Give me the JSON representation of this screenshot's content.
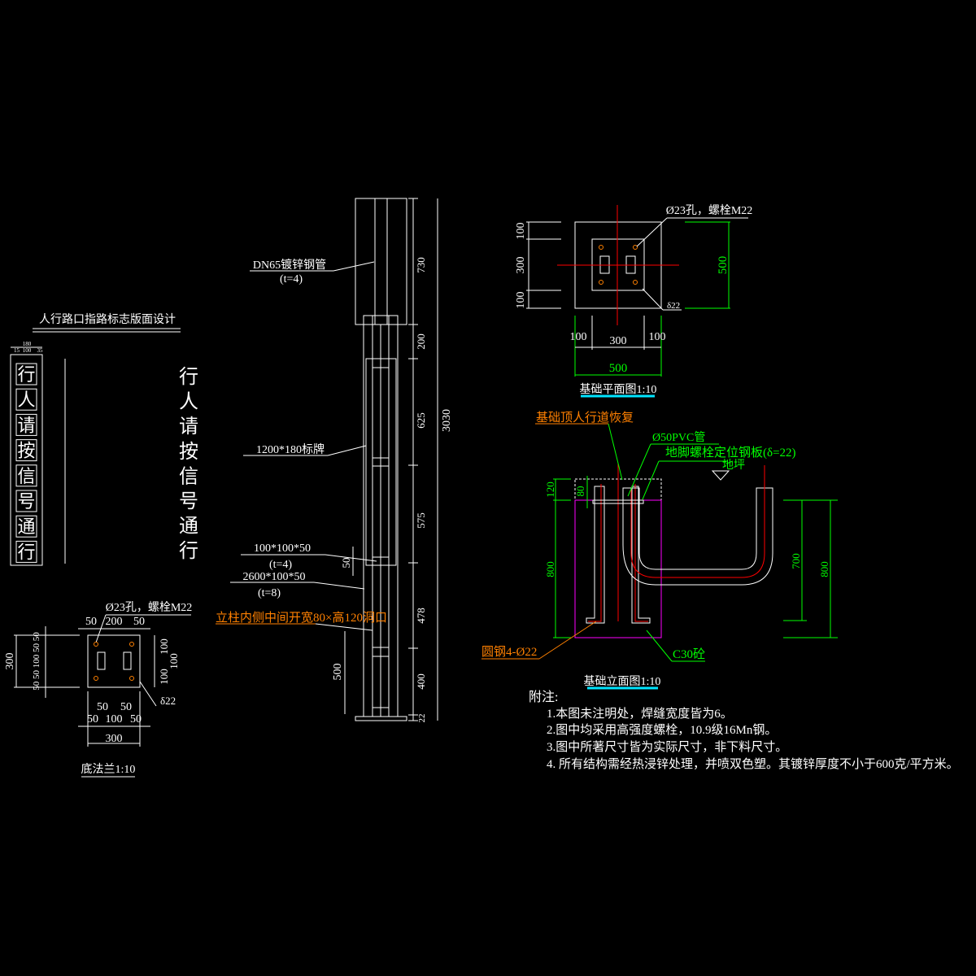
{
  "colors": {
    "background": "#000000",
    "line": "#ffffff",
    "centerline": "#ff0000",
    "dimension_green": "#00ff00",
    "annotation_orange": "#ff8000",
    "concrete": "#ff00ff",
    "title_underline": "#00e5ff"
  },
  "sign_layout": {
    "title": "人行路口指路标志版面设计",
    "top_dims": [
      "180",
      "15",
      "100",
      "35"
    ],
    "boxed_chars": [
      "行",
      "人",
      "请",
      "按",
      "信",
      "号",
      "通",
      "行"
    ],
    "vertical_text": [
      "行",
      "人",
      "请",
      "按",
      "信",
      "号",
      "通",
      "行"
    ]
  },
  "base_flange": {
    "hole_label": "Ø23孔，螺栓M22",
    "top_dims": [
      "50",
      "200",
      "50"
    ],
    "left_total": "300",
    "left_dims": "50 50 100 50 50",
    "right_dims": [
      "100",
      "100",
      "100"
    ],
    "bottom_dims_1": [
      "50",
      "50"
    ],
    "bottom_dims_2": [
      "50",
      "100",
      "50"
    ],
    "bottom_total": "300",
    "thickness": "δ22",
    "title": "底法兰1:10"
  },
  "pole_elevation": {
    "pipe_label": "DN65镀锌钢管",
    "pipe_t": "(t=4)",
    "sign_label": "1200*180标牌",
    "tube_label": "100*100*50",
    "tube_t": "(t=4)",
    "post_label": "2600*100*50",
    "post_t": "(t=8)",
    "opening_note": "立柱内侧中间开宽80×高120洞口",
    "dim_50": "50",
    "dim_500": "500",
    "segment_dims": [
      "730",
      "200",
      "625",
      "575",
      "478",
      "400",
      "22"
    ],
    "total": "3030"
  },
  "foundation_plan": {
    "hole_label": "Ø23孔，螺栓M22",
    "thickness": "δ22",
    "left_dims": [
      "100",
      "300",
      "100"
    ],
    "right_total": "500",
    "bottom_dims": [
      "100",
      "300",
      "100"
    ],
    "bottom_total": "500",
    "title": "基础平面图1:10"
  },
  "foundation_elevation": {
    "restore_label": "基础顶人行道恢复",
    "pvc_label": "Ø50PVC管",
    "plate_label": "地脚螺栓定位钢板(δ=22)",
    "ground_label": "地坪",
    "rebar_label": "圆钢4-Ø22",
    "concrete_label": "C30砼",
    "dims_left": [
      "120",
      "800"
    ],
    "dim_80": "80",
    "dims_right": [
      "700",
      "800"
    ],
    "title": "基础立面图1:10"
  },
  "notes": {
    "heading": "附注:",
    "items": [
      "1.本图未注明处，焊缝宽度皆为6。",
      "2.图中均采用高强度螺栓，10.9级16Mn钢。",
      "3.图中所著尺寸皆为实际尺寸，非下料尺寸。",
      "4. 所有结构需经热浸锌处理，并喷双色塑。其镀锌厚度不小于600克/平方米。"
    ]
  }
}
